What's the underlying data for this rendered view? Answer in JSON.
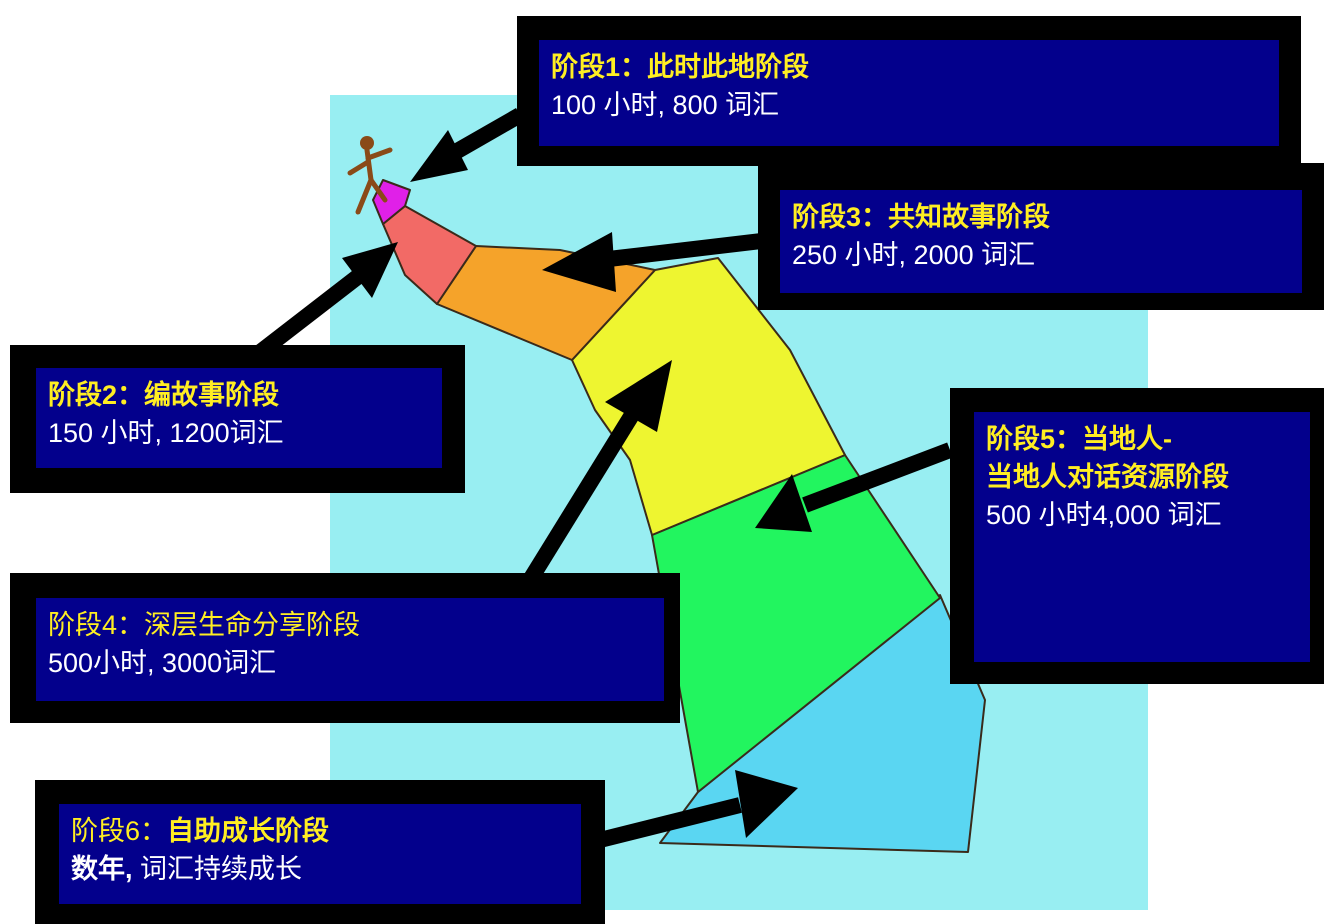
{
  "stages": [
    {
      "title": "阶段1：此时此地阶段",
      "detail": "100 小时, 800 词汇"
    },
    {
      "title": "阶段2：编故事阶段",
      "detail": "150 小时, 1200词汇"
    },
    {
      "title": "阶段3：共知故事阶段",
      "detail": "250 小时, 2000 词汇"
    },
    {
      "title_prefix": "阶段4：",
      "title_main": "深层生命分享阶段",
      "detail": "500小时, 3000词汇"
    },
    {
      "title_line1": "阶段5：当地人-",
      "title_line2": "当地人对话资源阶段",
      "detail": "500 小时4,000 词汇"
    },
    {
      "title_prefix": "阶段6：",
      "title_main": "自助成长阶段",
      "detail_bold": "数年,",
      "detail": " 词汇持续成长"
    }
  ],
  "colors": {
    "box_fill": "#03008c",
    "box_border": "#000000",
    "title_text": "#ffee22",
    "background": "#98eef2",
    "path_stage1": "#e020e8",
    "path_stage2": "#f26a66",
    "path_stage3": "#f5a32a",
    "path_stage4": "#eef530",
    "path_stage5": "#22f55f",
    "path_stage6": "#5ad6f2"
  },
  "icons": {
    "figure": "climbing-person-icon",
    "arrows": "arrow-icon"
  }
}
